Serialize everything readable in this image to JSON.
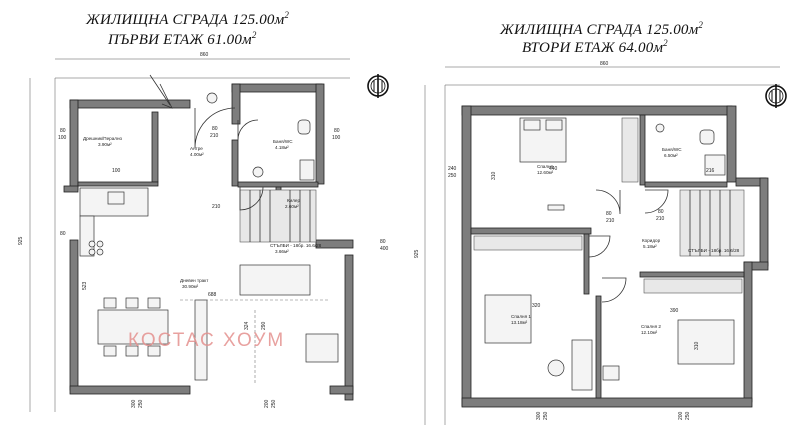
{
  "plan_left": {
    "title_line1": "ЖИЛИЩНА СГРАДА  125.00м",
    "title_line1_sup": "2",
    "title_line2": "ПЪРВИ ЕТАЖ  61.00м",
    "title_line2_sup": "2",
    "rooms": {
      "dressing": "Дрешник/Перално",
      "dressing_area": "3.90м²",
      "hall": "Антре",
      "hall_area": "4.00м²",
      "bath": "Баня/WC",
      "bath_area": "4.18м²",
      "storage": "Килер",
      "storage_area": "2.60м²",
      "stairs": "СТЪЛБИ - 18бр. 16.6/28",
      "stairs_area": "3.66м²",
      "living": "Дневен тракт",
      "living_area": "30.90м²"
    },
    "dims": {
      "top": "860",
      "side": "925",
      "d1": "80",
      "d2": "100",
      "d3": "80",
      "d4": "210",
      "d5": "100",
      "d6": "80",
      "d7": "100",
      "d8": "80",
      "d9": "210",
      "d10": "80",
      "d11": "400",
      "d12": "688",
      "d13": "523",
      "d14": "324",
      "d15": "300",
      "d16": "250",
      "d17": "200",
      "d18": "250",
      "d19": "290"
    }
  },
  "plan_right": {
    "title_line1": "ЖИЛИЩНА СГРАДА  125.00м",
    "title_line1_sup": "2",
    "title_line2": "ВТОРИ ЕТАЖ  64.00м",
    "title_line2_sup": "2",
    "rooms": {
      "bedroom": "Спалня",
      "bedroom_area": "12.60м²",
      "bath": "Баня/WC",
      "bath_area": "6.50м²",
      "corridor": "Коридор",
      "corridor_area": "5.18м²",
      "stairs": "СТЪЛБИ - 18бр. 16.6/28",
      "bedroom1": "Спалня 1",
      "bedroom1_area": "13.18м²",
      "bedroom2": "Спалня 2",
      "bedroom2_area": "12.10м²"
    },
    "dims": {
      "top": "860",
      "side": "925",
      "d1": "240",
      "d2": "250",
      "d3": "440",
      "d4": "310",
      "d5": "80",
      "d6": "210",
      "d7": "80",
      "d8": "210",
      "d9": "320",
      "d10": "390",
      "d11": "300",
      "d12": "250",
      "d13": "200",
      "d14": "250",
      "d15": "310",
      "d16": "216"
    }
  },
  "watermark": "КОСТАС ХОУМ"
}
